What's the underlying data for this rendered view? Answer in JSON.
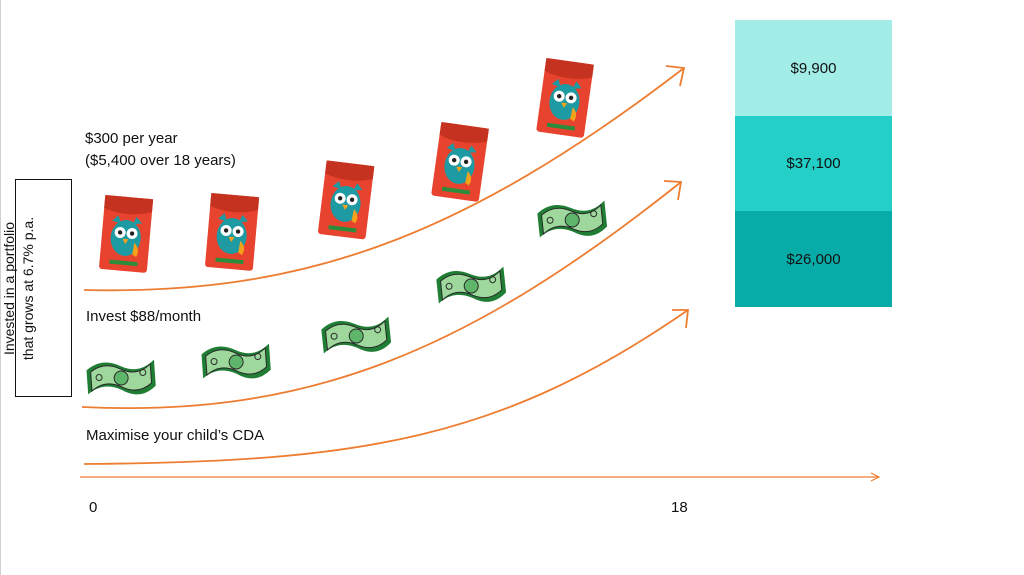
{
  "labels": {
    "red_packet_line1": "$300 per year",
    "red_packet_line2": "($5,400 over 18 years)",
    "monthly": "Invest $88/month",
    "cda": "Maximise your child’s CDA",
    "vertical_line1": "Invested in a portfolio",
    "vertical_line2": "that grows at 6.7% p.a."
  },
  "axis": {
    "start": "0",
    "end": "18"
  },
  "stacked_values": [
    {
      "label": "$9,900",
      "color": "#a3ede8"
    },
    {
      "label": "$37,100",
      "color": "#24cfc8"
    },
    {
      "label": "$26,000",
      "color": "#07aca9"
    }
  ],
  "colors": {
    "arrow": "#ed7d31",
    "packet": "#ea4335",
    "owl": "#2aa6a6",
    "money": "#34a853"
  },
  "icons": {
    "packet": "red-packet-owl-icon",
    "money": "dollar-bill-icon"
  }
}
